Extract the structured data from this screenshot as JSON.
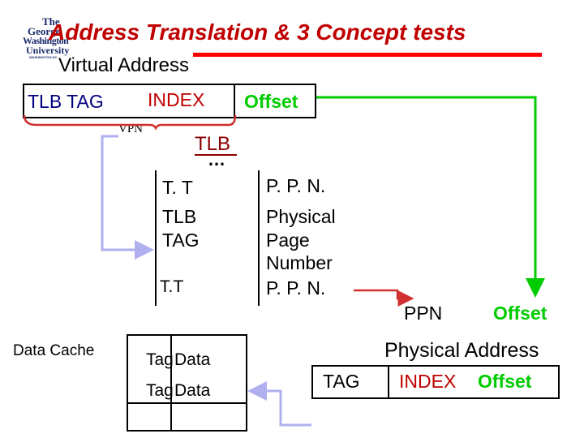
{
  "title": "Address Translation & 3 Concept tests",
  "logo": {
    "line1": "The",
    "line2": "George",
    "line3": "Washington",
    "line4": "University",
    "line5": "WASHINGTON DC"
  },
  "virtual_address": {
    "label": "Virtual Address",
    "tlb_tag": "TLB TAG",
    "index": "INDEX",
    "offset": "Offset",
    "vpn": "VPN"
  },
  "tlb": {
    "title": "TLB",
    "dots": "…",
    "tag_col": [
      "T. T",
      "TLB",
      "TAG",
      "T.T"
    ],
    "ppn_col": [
      "P. P. N.",
      "Physical",
      "Page",
      "Number",
      "P. P. N."
    ]
  },
  "ppn_offset": {
    "ppn": "PPN",
    "offset": "Offset"
  },
  "data_cache": {
    "label": "Data Cache",
    "rows": [
      {
        "tag": "Tag",
        "data": "Data"
      },
      {
        "tag": "Tag",
        "data": "Data"
      }
    ]
  },
  "physical_address": {
    "label": "Physical Address",
    "tag": "TAG",
    "index": "INDEX",
    "offset": "Offset"
  },
  "colors": {
    "title_red": "#c00000",
    "title_line": "#ff0000",
    "green": "#00cc00",
    "blue_wire": "#b0b0f0",
    "bracket_red": "#d03030",
    "dark_red": "#8b0000"
  }
}
